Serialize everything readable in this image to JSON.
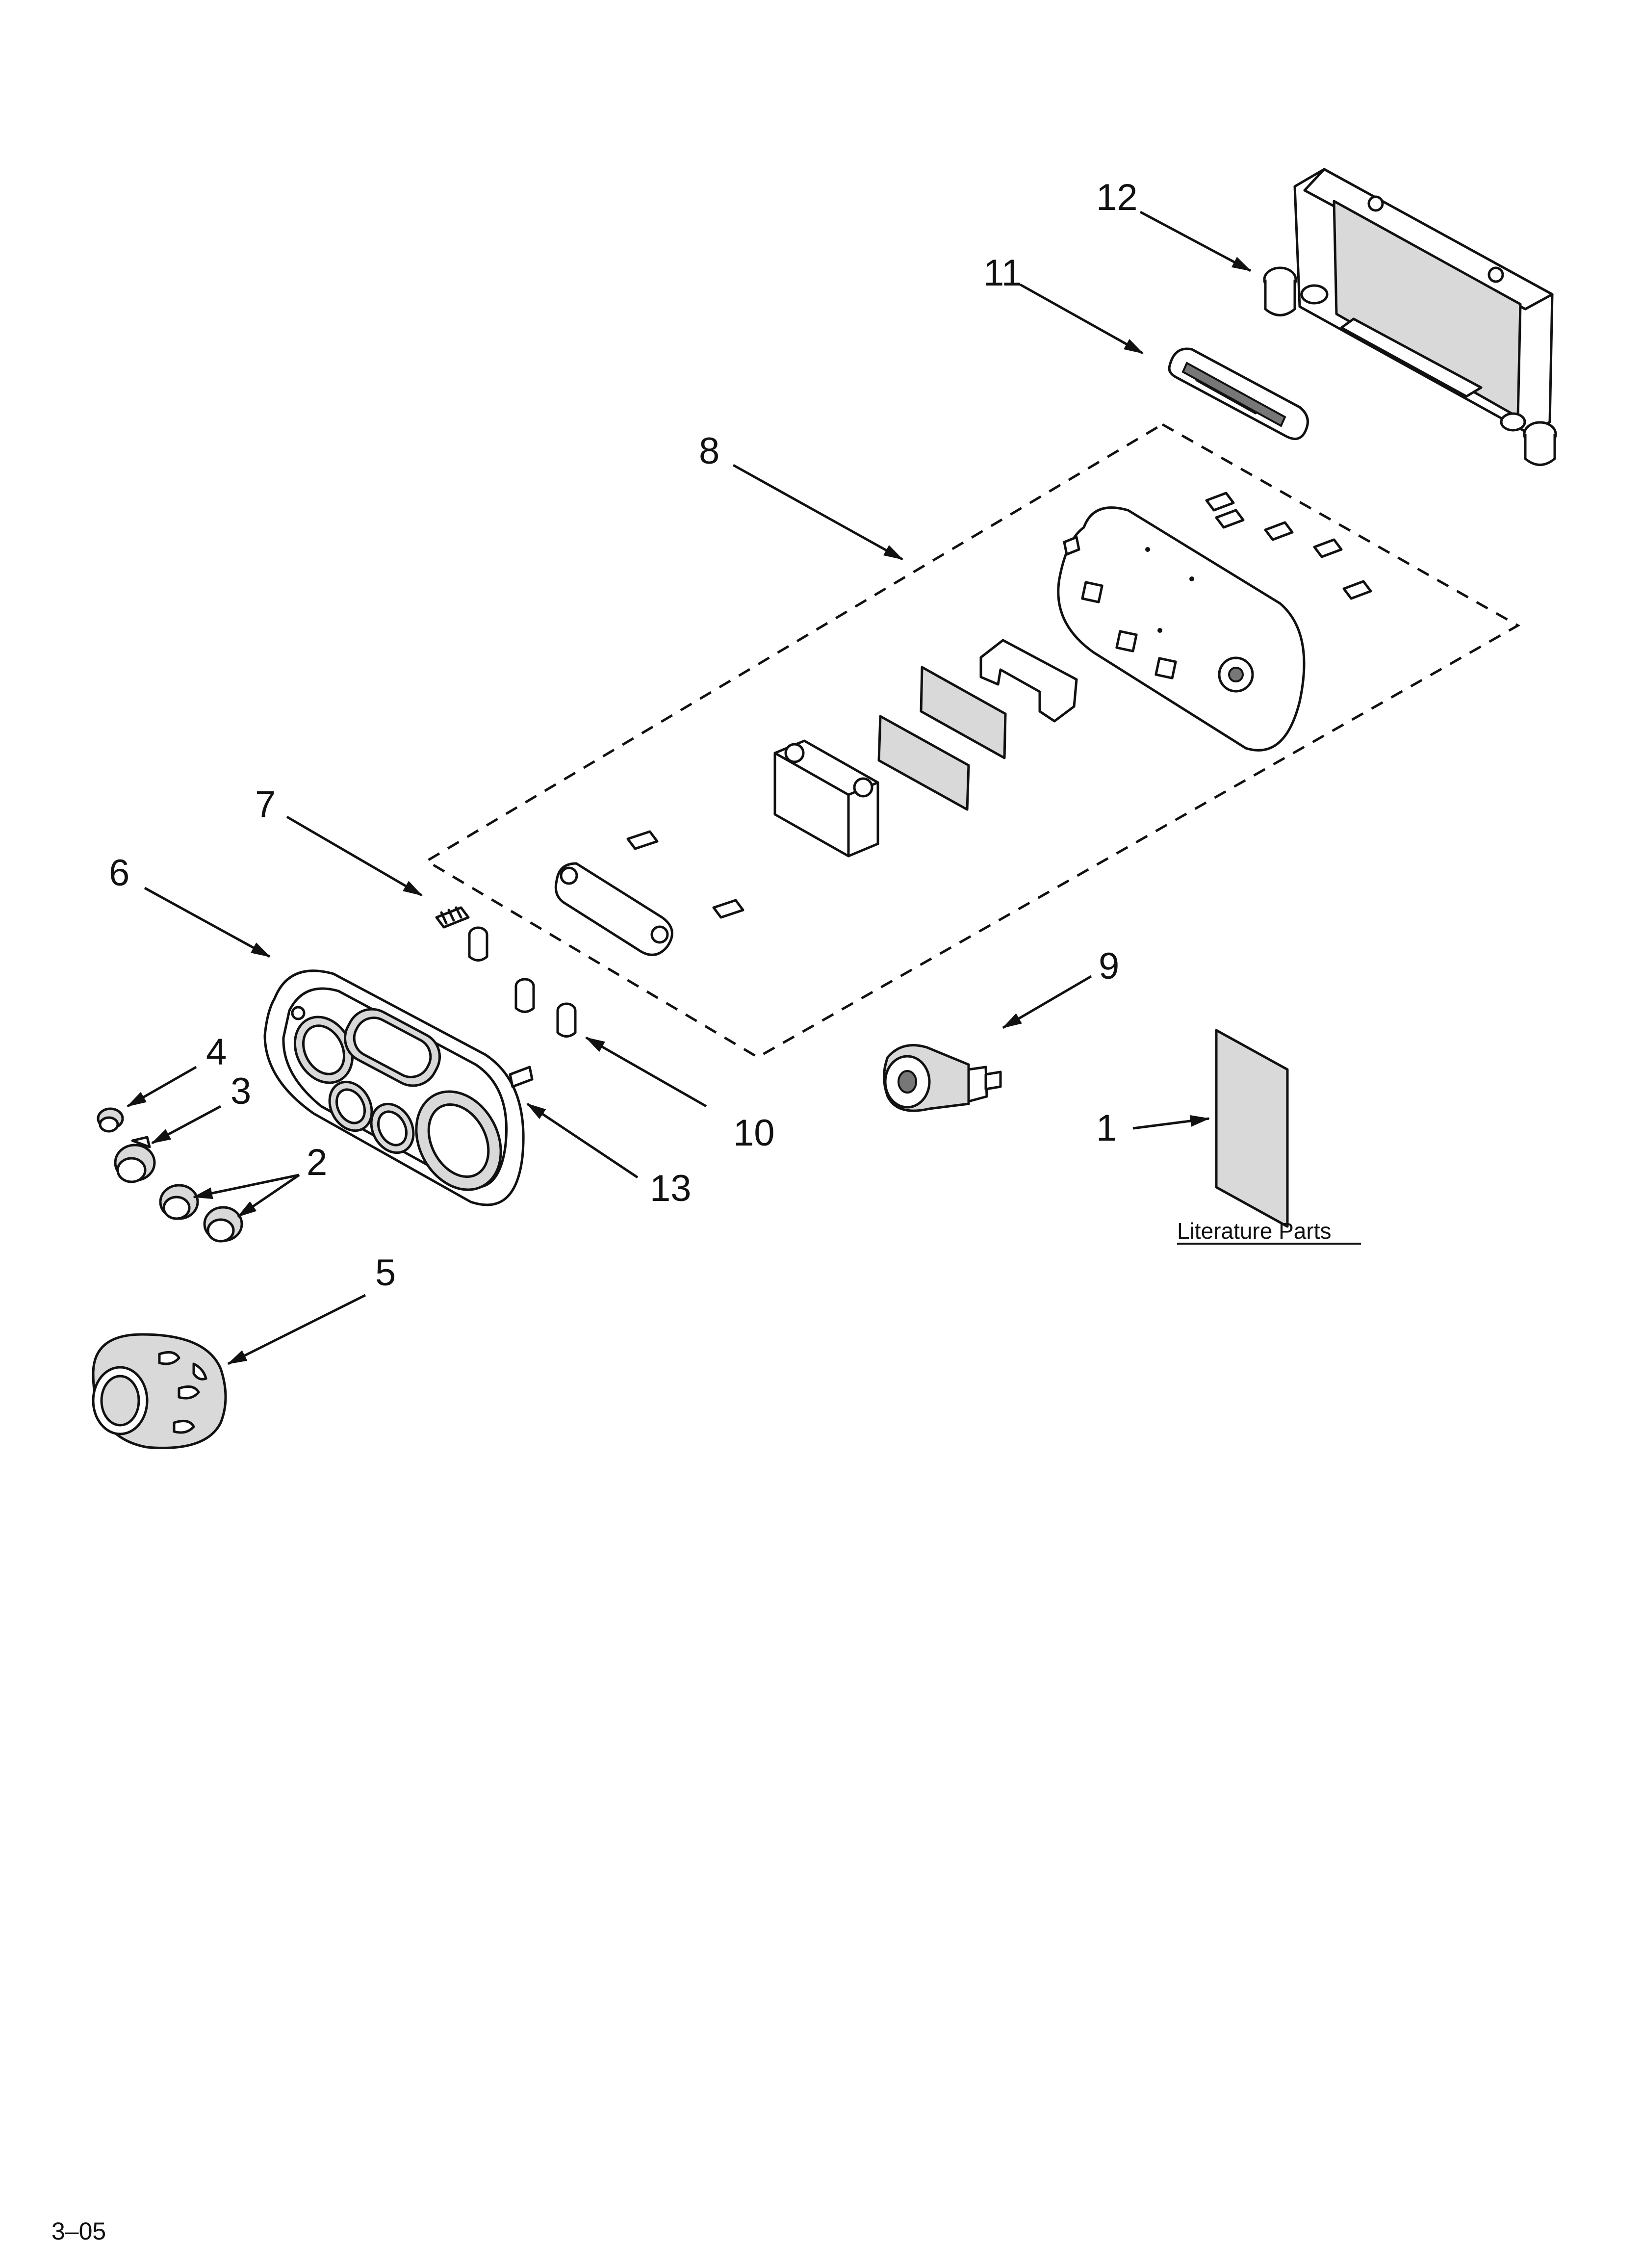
{
  "callouts": {
    "c1": "1",
    "c2": "2",
    "c3": "3",
    "c4": "4",
    "c5": "5",
    "c6": "6",
    "c7": "7",
    "c8": "8",
    "c9": "9",
    "c10": "10",
    "c11": "11",
    "c12": "12",
    "c13": "13"
  },
  "literature_label": "Literature Parts",
  "footer_code": "3–05"
}
